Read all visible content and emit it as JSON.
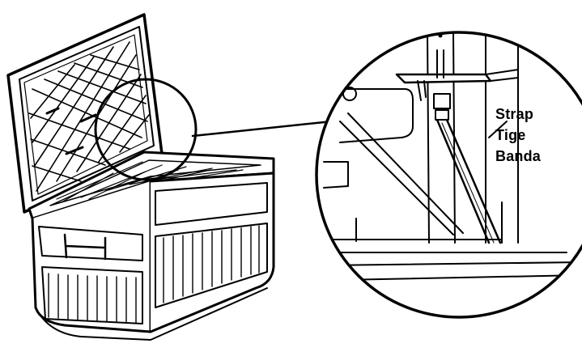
{
  "callout": {
    "labels": [
      "Strap",
      "Tige",
      "Banda"
    ]
  },
  "colors": {
    "ink": "#000000",
    "paper": "#ffffff"
  }
}
